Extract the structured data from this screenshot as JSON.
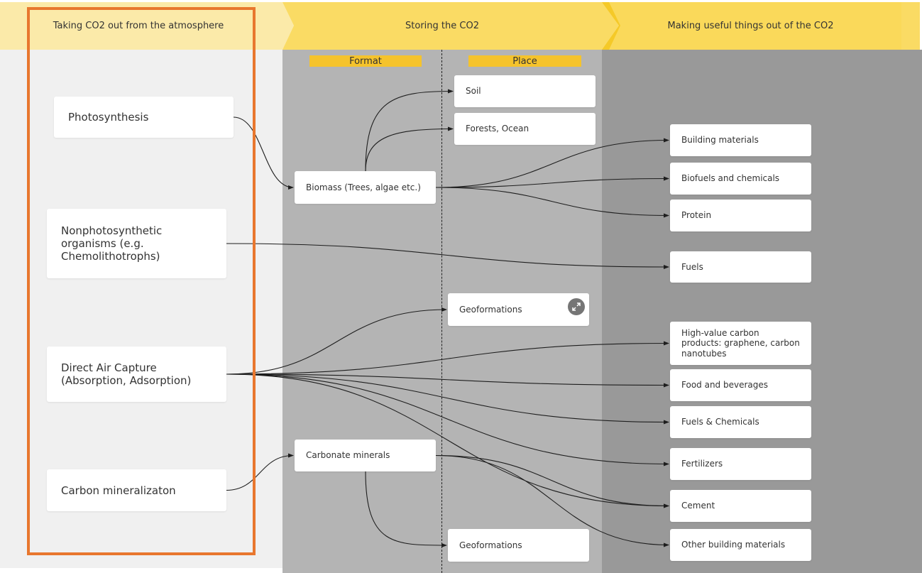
{
  "columns": {
    "capture": {
      "title": "Taking CO2 out from the atmosphere"
    },
    "storing": {
      "title": "Storing the CO2",
      "format_label": "Format",
      "place_label": "Place"
    },
    "using": {
      "title": "Making useful things out of the CO2"
    }
  },
  "sources": [
    {
      "id": "photosynthesis",
      "label": "Photosynthesis"
    },
    {
      "id": "nonphoto",
      "label": "Nonphotosynthetic organisms (e.g. Chemolithotrophs)"
    },
    {
      "id": "dac",
      "label": "Direct Air Capture (Absorption, Adsorption)"
    },
    {
      "id": "mineral",
      "label": "Carbon mineralizaton"
    }
  ],
  "formats": [
    {
      "id": "biomass",
      "label": "Biomass (Trees, algae etc.)"
    },
    {
      "id": "carbonate",
      "label": "Carbonate minerals"
    }
  ],
  "places": [
    {
      "id": "soil",
      "label": "Soil"
    },
    {
      "id": "forests",
      "label": "Forests, Ocean"
    },
    {
      "id": "geo1",
      "label": "Geoformations"
    },
    {
      "id": "geo2",
      "label": "Geoformations"
    }
  ],
  "products": [
    {
      "id": "building",
      "label": "Building materials"
    },
    {
      "id": "biofuels",
      "label": "Biofuels and chemicals"
    },
    {
      "id": "protein",
      "label": "Protein"
    },
    {
      "id": "fuels",
      "label": "Fuels"
    },
    {
      "id": "hvc",
      "label": "High-value carbon products: graphene, carbon nanotubes"
    },
    {
      "id": "food",
      "label": "Food and beverages"
    },
    {
      "id": "fuelschem",
      "label": "Fuels & Chemicals"
    },
    {
      "id": "fert",
      "label": "Fertilizers"
    },
    {
      "id": "cement",
      "label": "Cement"
    },
    {
      "id": "otherbuild",
      "label": "Other building materials"
    }
  ],
  "edges": [
    [
      "photosynthesis",
      "biomass"
    ],
    [
      "biomass",
      "soil"
    ],
    [
      "biomass",
      "forests"
    ],
    [
      "biomass",
      "building"
    ],
    [
      "biomass",
      "biofuels"
    ],
    [
      "biomass",
      "protein"
    ],
    [
      "nonphoto",
      "fuels"
    ],
    [
      "dac",
      "geo1"
    ],
    [
      "dac",
      "hvc"
    ],
    [
      "dac",
      "food"
    ],
    [
      "dac",
      "fuelschem"
    ],
    [
      "dac",
      "fert"
    ],
    [
      "dac",
      "cement"
    ],
    [
      "mineral",
      "carbonate"
    ],
    [
      "carbonate",
      "geo2"
    ],
    [
      "carbonate",
      "cement"
    ],
    [
      "carbonate",
      "otherbuild"
    ]
  ],
  "colors": {
    "highlight": "#e8772e",
    "header_light": "#fbeaa9",
    "header": "#fadb64",
    "header_active": "#f5c928",
    "format_band": "#b4b4b4",
    "products_band": "#999999"
  },
  "icons": {
    "expand": "expand-icon"
  }
}
